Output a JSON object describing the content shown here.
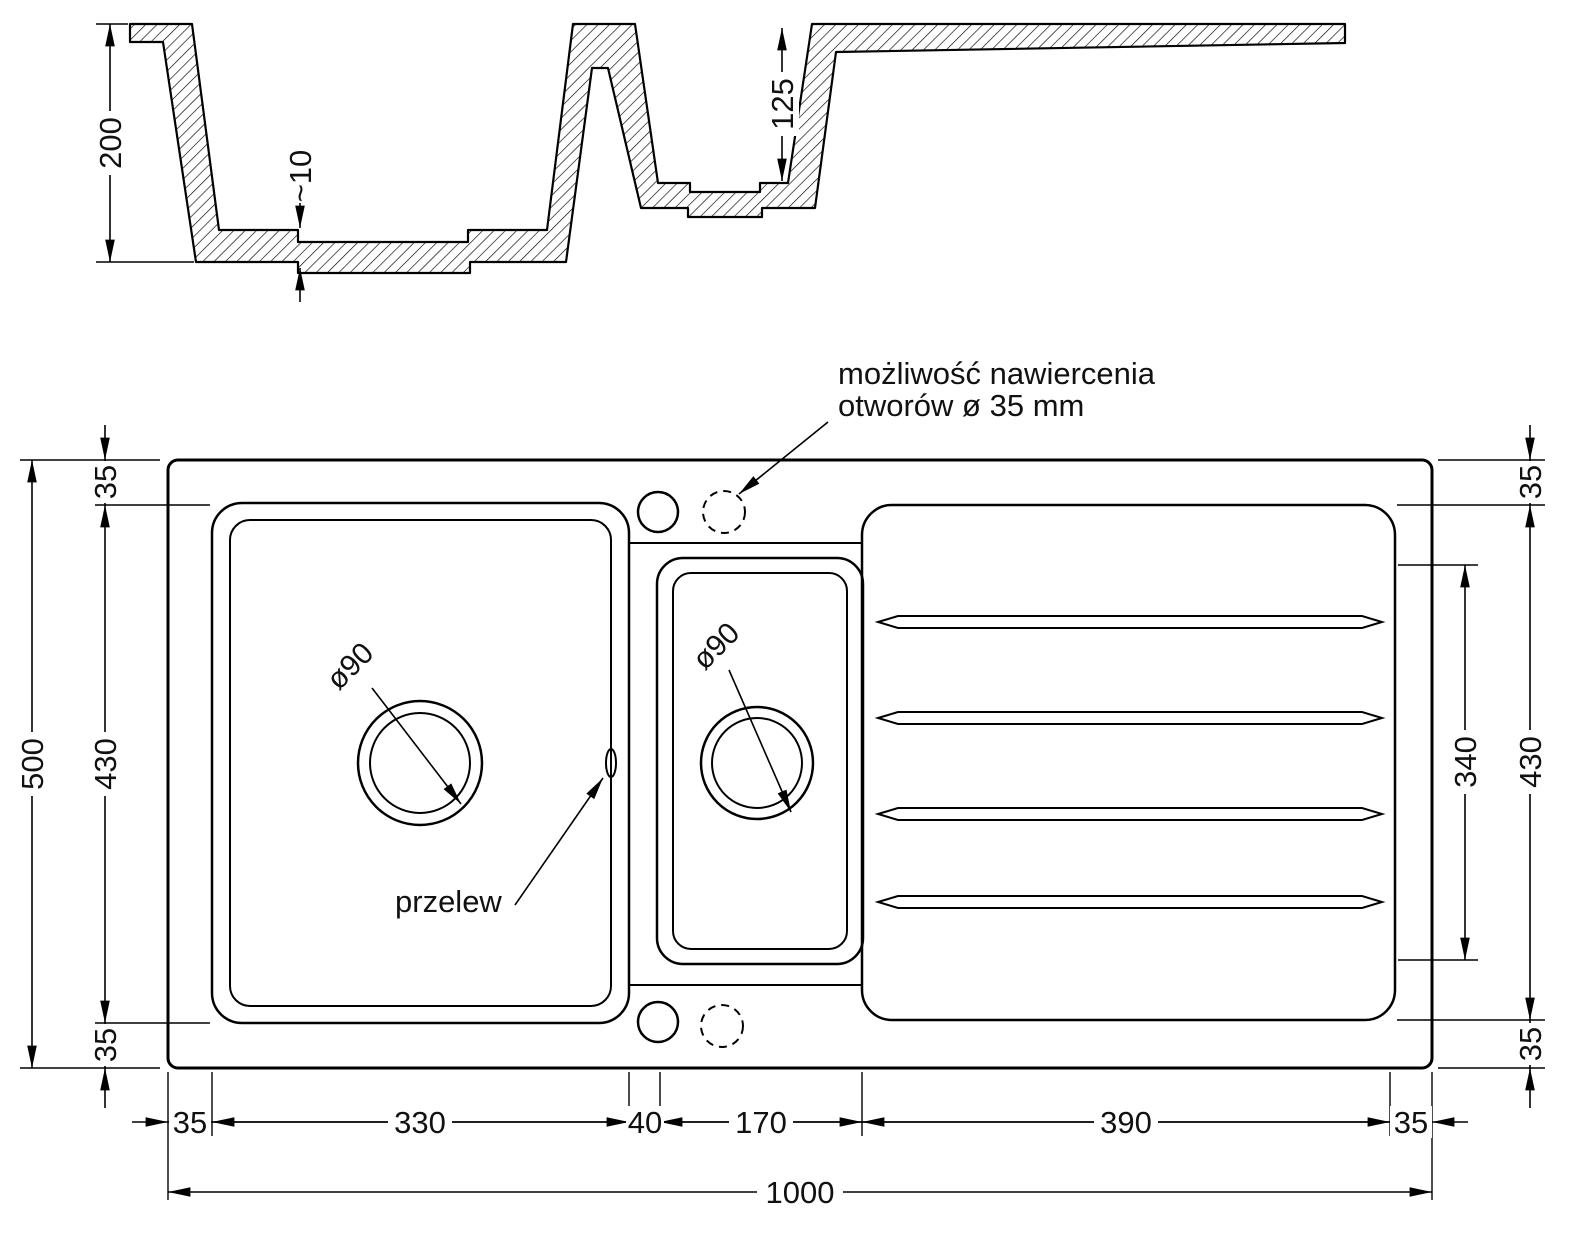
{
  "colors": {
    "line": "#000000",
    "background": "#ffffff"
  },
  "section_view": {
    "dim_total_depth": "200",
    "dim_bottom_thickness": "~10",
    "dim_small_basin_depth": "125"
  },
  "plan_view": {
    "drill_note_line1": "możliwość nawiercenia",
    "drill_note_line2": "otworów ø 35 mm",
    "overflow_label": "przelew",
    "drain_left_diameter": "ø90",
    "drain_right_diameter": "ø90",
    "dim_overall_width": "1000",
    "dim_overall_depth": "500",
    "dim_margin_top_left": "35",
    "dim_basin_depth_left": "430",
    "dim_margin_bottom_left": "35",
    "dim_margin_top_right": "35",
    "dim_drainer_depth": "430",
    "dim_margin_bottom_right": "35",
    "dim_groove_span": "340",
    "dim_bottom": [
      "35",
      "330",
      "40",
      "170",
      "390",
      "35"
    ]
  }
}
